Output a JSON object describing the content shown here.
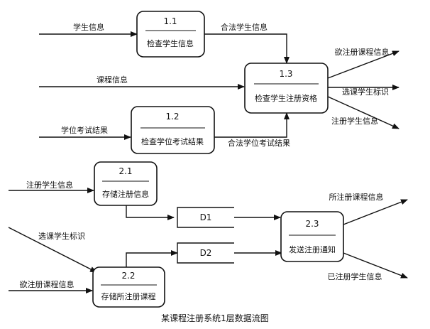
{
  "processes": {
    "p11": {
      "id": "1.1",
      "name": "检查学生信息"
    },
    "p12": {
      "id": "1.2",
      "name": "检查学位考试结果"
    },
    "p13": {
      "id": "1.3",
      "name": "检查学生注册资格"
    },
    "p21": {
      "id": "2.1",
      "name": "存储注册信息"
    },
    "p22": {
      "id": "2.2",
      "name": "存储所注册课程"
    },
    "p23": {
      "id": "2.3",
      "name": "发送注册通知"
    }
  },
  "stores": {
    "d1": "D1",
    "d2": "D2"
  },
  "flows": {
    "student_info": "学生信息",
    "valid_student_info": "合法学生信息",
    "course_info": "课程信息",
    "wanted_courses_1": "欲注册课程信息",
    "course_select_id_1": "选课学生标识",
    "registered_student_info_1": "注册学生信息",
    "degree_exam_result": "学位考试结果",
    "valid_degree_exam_result": "合法学位考试结果",
    "registered_student_info_2": "注册学生信息",
    "course_select_id_2": "选课学生标识",
    "wanted_courses_2": "欲注册课程信息",
    "registered_courses": "所注册课程信息",
    "registered_students": "已注册学生信息"
  },
  "caption": "某课程注册系统1层数据流图"
}
